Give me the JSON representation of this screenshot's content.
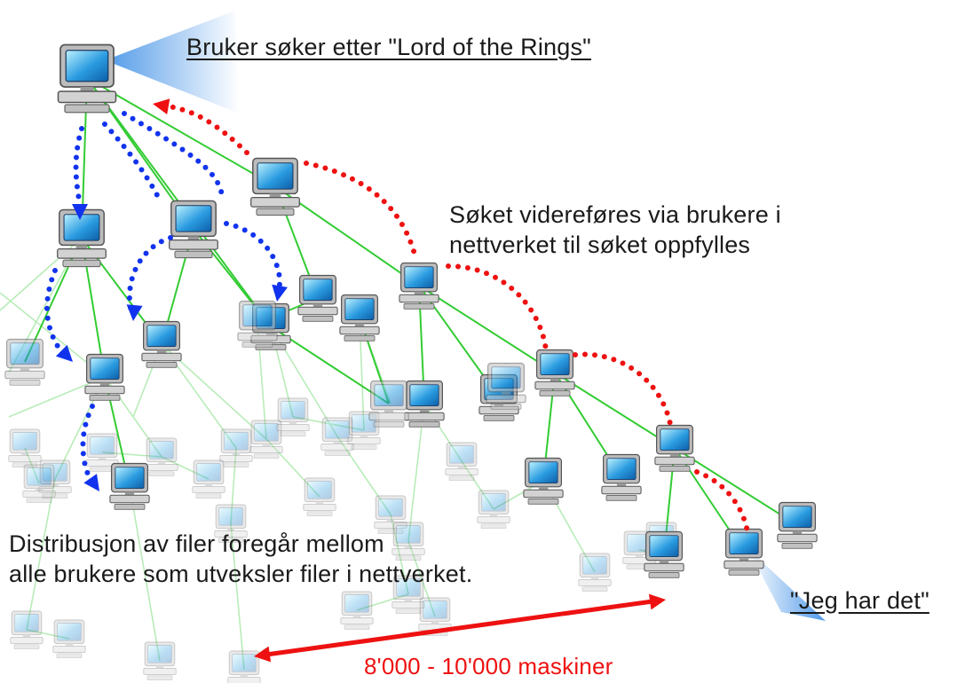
{
  "labels": {
    "search_query": "Bruker søker etter \"Lord of the Rings\"",
    "forwarding_line1": "Søket videreføres via brukere i",
    "forwarding_line2": "nettverket til søket oppfylles",
    "distribution_line1": "Distribusjon av filer foregår mellom",
    "distribution_line2": "alle brukere som utveksler filer i nettverket.",
    "found": "\"Jeg har det\"",
    "machine_count": "8'000 - 10'000 maskiner"
  },
  "colors": {
    "link": "#33cc33",
    "link_faded": "#b8ecb8",
    "search_path": "#1133ee",
    "found_path": "#ee1111",
    "range_arrow": "#ee1111",
    "count_text": "#ee1111",
    "beam": "#3d8ee6",
    "screen": "#2a9be0",
    "computer_body": "#bcbcbc"
  },
  "icons": {
    "computer": "desktop-computer-icon",
    "beam": "signal-beam-icon"
  }
}
